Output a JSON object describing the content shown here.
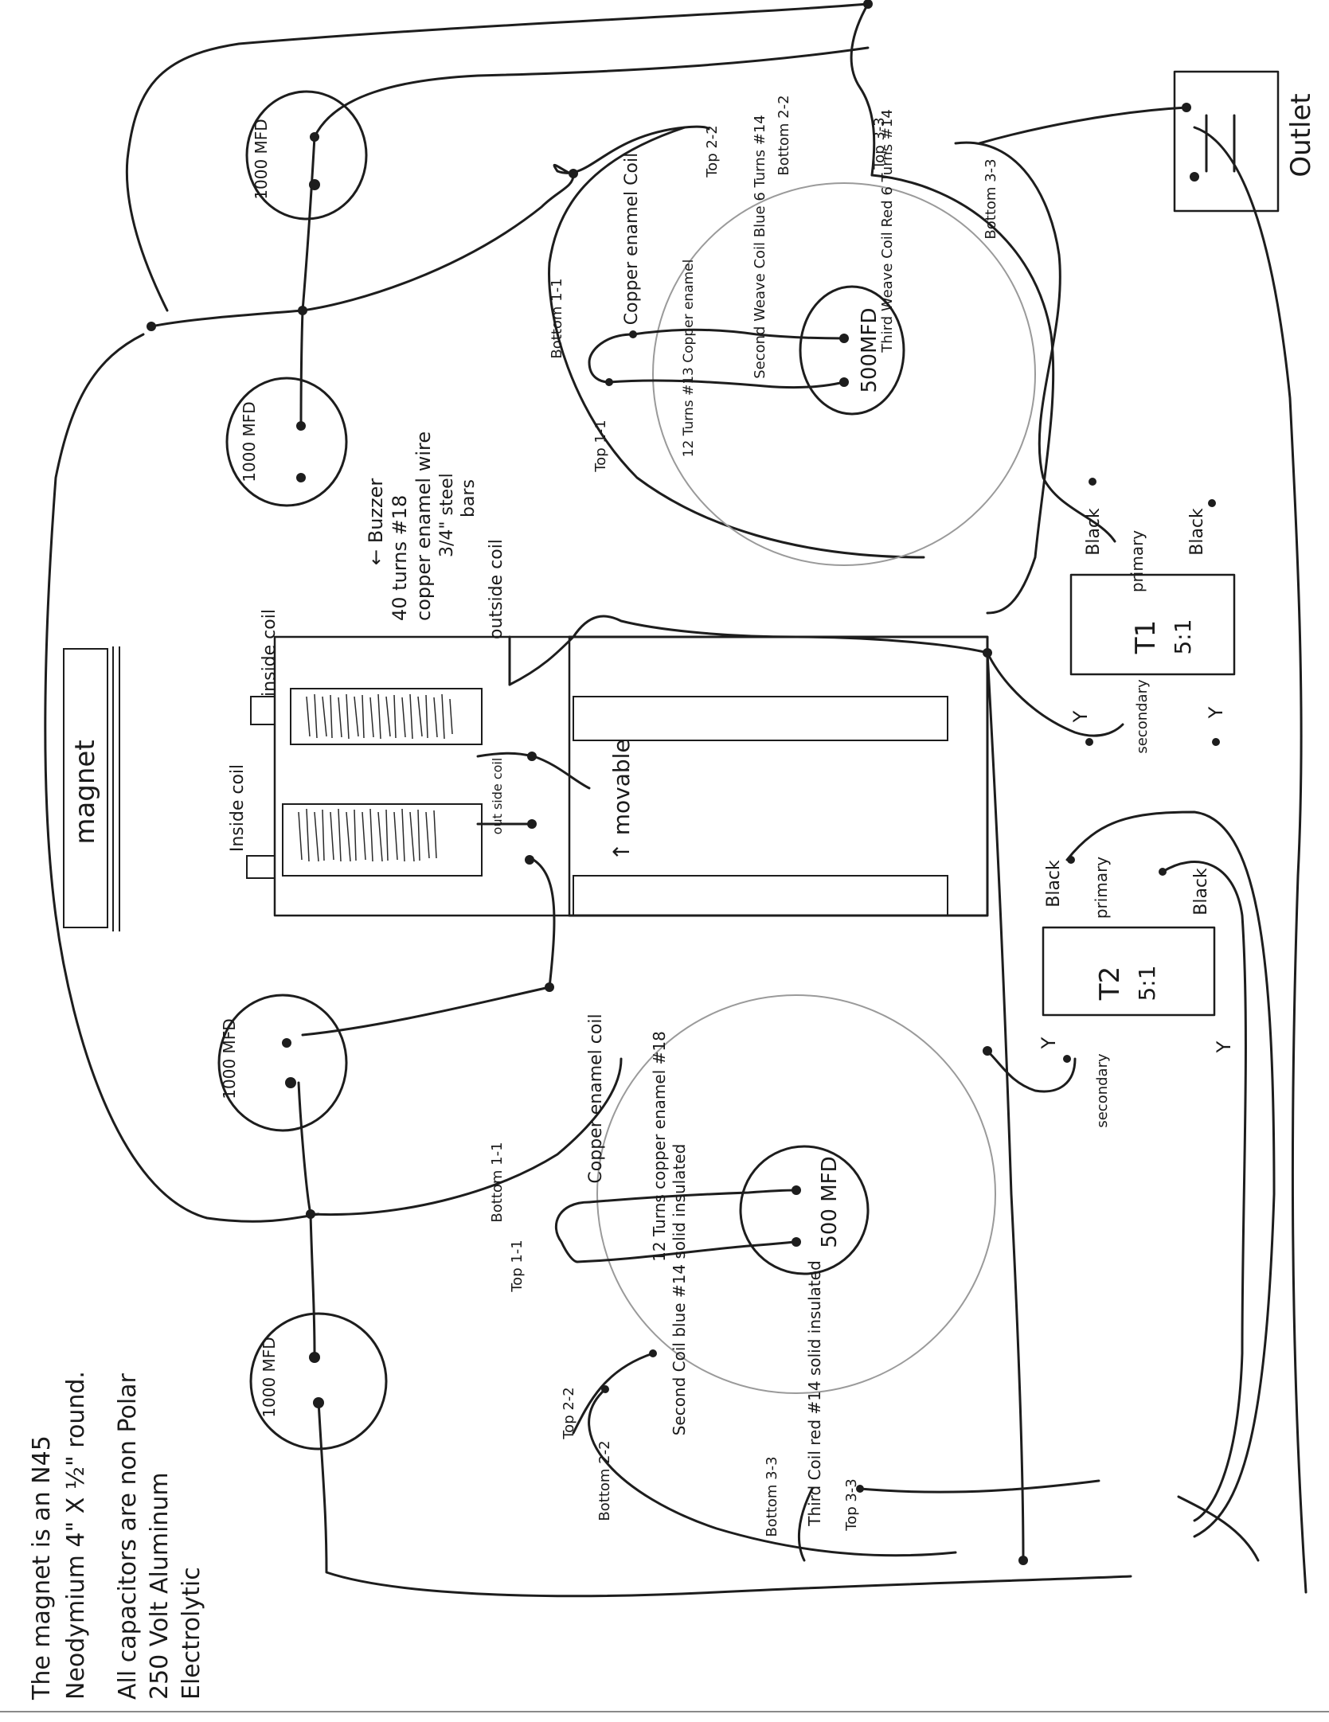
{
  "notes": {
    "magnet_line1": "The magnet is an N45",
    "magnet_line2": "Neodymium 4\" X ½\" round.",
    "caps_line1": "All capacitors are non Polar",
    "caps_line2": "250 Volt Aluminum",
    "caps_line3": "Electrolytic"
  },
  "outlet": {
    "label": "Outlet"
  },
  "magnet": {
    "label": "magnet"
  },
  "buzzer": {
    "label1": "← Buzzer",
    "label2": "40 turns #18",
    "label3": "copper enamel wire",
    "label4": "3/4\" steel",
    "label5": "bars",
    "outside_coil": "outside coil",
    "outside_coil_small": "out side coil",
    "inside_coil_top": "inside coil",
    "inside_coil_bottom": "Inside coil",
    "movable": "↑ movable"
  },
  "capacitors": {
    "c_top_right": "1000 MFD",
    "c_top_left": "1000 MFD",
    "c_bottom_right": "1000 MFD",
    "c_bottom_left": "1000 MFD",
    "c_coil_top": "500MFD",
    "c_coil_bottom": "500 MFD"
  },
  "coil_top": {
    "copper_coil": "Copper enamel Coil",
    "turns": "12 Turns #13 Copper enamel",
    "second": "Second Weave Coil Blue 6 Turns #14",
    "third": "Third Weave Coil Red 6 Turns #14",
    "bottom_1_1": "Bottom 1-1",
    "top_1_1": "Top 1-1",
    "top_2_2": "Top 2-2",
    "bottom_2_2": "Bottom 2-2",
    "top_3_3": "Top 3-3",
    "bottom_3_3": "Bottom 3-3"
  },
  "coil_bottom": {
    "copper_coil": "Copper enamel coil",
    "turns": "12 Turns copper enamel #18",
    "second": "Second Coil blue #14 solid insulated",
    "third": "Third Coil red #14 solid insulated",
    "bottom_1_1": "Bottom 1-1",
    "top_1_1": "Top 1-1",
    "top_2_2": "Top 2-2",
    "bottom_2_2": "Bottom 2-2",
    "top_3_3": "Top 3-3",
    "bottom_3_3": "Bottom 3-3"
  },
  "t1": {
    "name": "T1",
    "ratio": "5:1",
    "primary": "primary",
    "secondary": "secondary",
    "black_a": "Black",
    "black_b": "Black",
    "y_a": "Y",
    "y_b": "Y"
  },
  "t2": {
    "name": "T2",
    "ratio": "5:1",
    "primary": "primary",
    "secondary": "secondary",
    "black_a": "Black",
    "black_b": "Black",
    "y_a": "Y",
    "y_b": "Y"
  }
}
